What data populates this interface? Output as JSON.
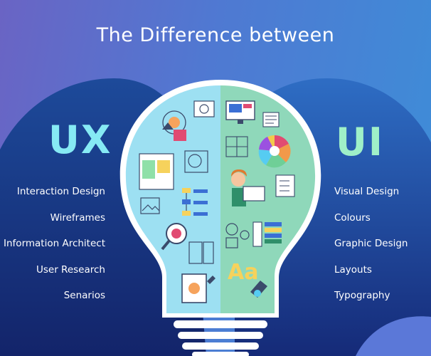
{
  "title": "The Difference between",
  "ux": {
    "heading": "UX",
    "items": [
      "Interaction Design",
      "Wireframes",
      "Information Architect",
      "User Research",
      "Senarios"
    ]
  },
  "ui": {
    "heading": "UI",
    "items": [
      "Visual Design",
      "Colours",
      "Graphic Design",
      "Layouts",
      "Typography"
    ]
  },
  "bulb_icons": {
    "ux": [
      "target-cursor-icon",
      "image-card-icon",
      "wireframe-layout-icon",
      "target-frame-icon",
      "flowchart-icon",
      "image-placeholder-icon",
      "magnifier-chart-icon",
      "mobile-wireframe-icon",
      "document-pen-icon"
    ],
    "ui": [
      "monitor-design-icon",
      "text-block-icon",
      "layout-grid-icon",
      "color-wheel-icon",
      "designer-person-icon",
      "checklist-icon",
      "shapes-icon",
      "book-stack-icon",
      "typography-pen-icon"
    ]
  },
  "colors": {
    "ux_accent": "#86eaf4",
    "ui_accent": "#9ff0c8",
    "ux_half": "#8fdaf0",
    "ui_half": "#8fd8ba"
  }
}
